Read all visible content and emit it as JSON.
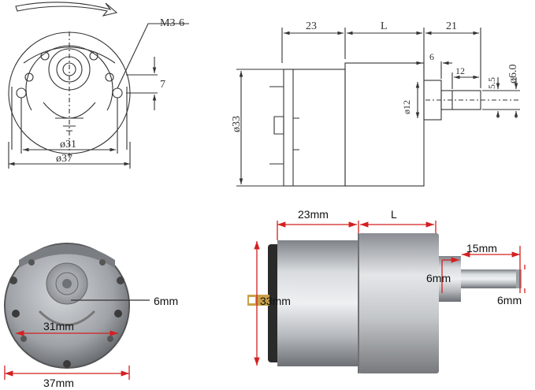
{
  "drawing": {
    "front": {
      "thread_label": "M3-6",
      "hole_offset": "7",
      "bolt_circle": "ø31",
      "body_diameter": "ø37"
    },
    "side": {
      "motor_length": "23",
      "gearbox_length": "L",
      "shaft_length": "21",
      "boss_length": "6",
      "flat_length": "12",
      "body_diameter": "ø33",
      "boss_diameter": "ø12",
      "shaft_diameter": "ø6.0",
      "flat_height": "5.5"
    }
  },
  "photo": {
    "front": {
      "shaft_label": "6mm",
      "bolt_circle_label": "31mm",
      "body_label": "37mm"
    },
    "side": {
      "motor_length_label": "23mm",
      "gearbox_length_label": "L",
      "shaft_length_label": "15mm",
      "boss_label": "6mm",
      "shaft_diameter_label": "6mm",
      "body_diameter_label": "33mm"
    }
  },
  "colors": {
    "dimension_red": "#d42020",
    "line": "#333333",
    "metal": "#b9bcc0"
  }
}
